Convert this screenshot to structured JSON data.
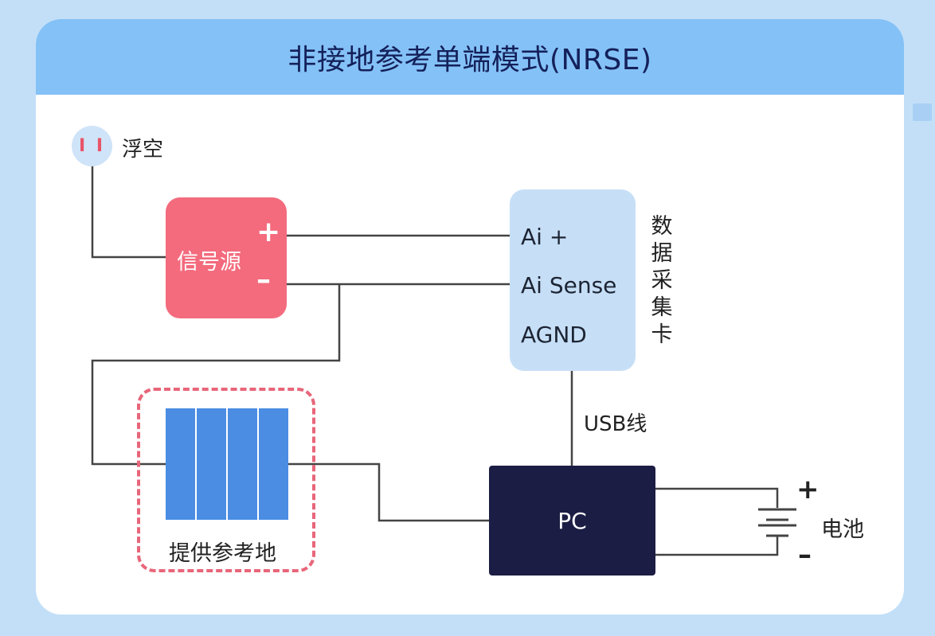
{
  "title": "非接地参考单端模式(NRSE)",
  "floating": {
    "icon_text": "I I",
    "label": "浮空"
  },
  "signal_source": {
    "label": "信号源",
    "plus": "+",
    "minus": "–"
  },
  "daq": {
    "title": "数据采集卡",
    "ports": [
      "Ai +",
      "Ai Sense",
      "AGND"
    ]
  },
  "usb_label": "USB线",
  "pc_label": "PC",
  "battery": {
    "label": "电池",
    "plus": "+",
    "minus": "–"
  },
  "reference": {
    "label": "提供参考地"
  },
  "colors": {
    "header": "#84c1f6",
    "signal_source": "#f36b7d",
    "daq": "#c6dff7",
    "pc": "#1c1d44",
    "reference_strip": "#4a8de3",
    "reference_frame": "#e8667a"
  }
}
